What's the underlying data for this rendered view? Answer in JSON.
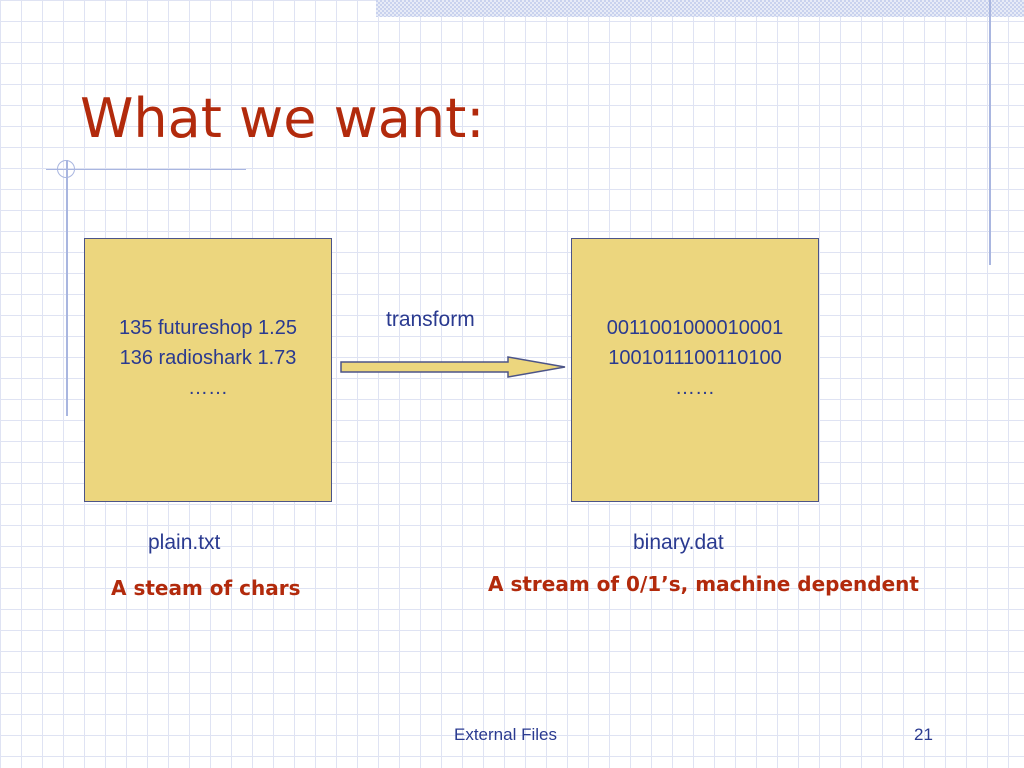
{
  "slide": {
    "title": "What we want:",
    "footer": "External Files",
    "page_number": "21"
  },
  "diagram": {
    "source_box": {
      "lines": [
        "135 futureshop 1.25",
        "136 radioshark 1.73",
        "……"
      ],
      "file_name": "plain.txt",
      "description": "A steam of chars"
    },
    "arrow_label": "transform",
    "target_box": {
      "lines": [
        "0011001000010001",
        "1001011100110100",
        "……"
      ],
      "file_name": "binary.dat",
      "description": "A stream of 0/1’s, machine dependent"
    }
  },
  "colors": {
    "title": "#b22a0c",
    "body_text": "#2a3a90",
    "box_fill": "#ecd67e",
    "box_border": "#4c5488",
    "grid": "#dfe3f3",
    "accent_rule": "#a9b6e0"
  }
}
